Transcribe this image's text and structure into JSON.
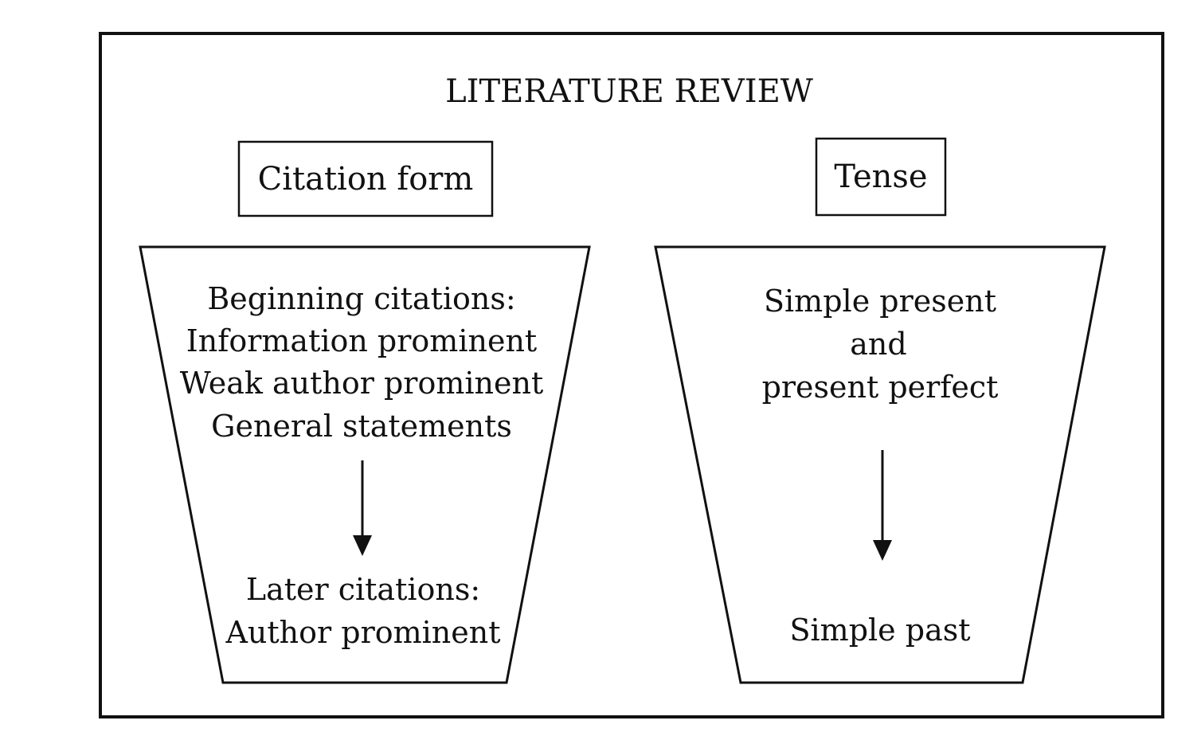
{
  "title": "LITERATURE REVIEW",
  "columns": [
    {
      "header": "Citation form",
      "top_lines": [
        "Beginning citations:",
        "Information prominent",
        "Weak author prominent",
        "General statements"
      ],
      "bottom_lines": [
        "Later citations:",
        "Author prominent"
      ]
    },
    {
      "header": "Tense",
      "top_lines": [
        "Simple present",
        "and",
        "present perfect"
      ],
      "bottom_lines": [
        "Simple past"
      ]
    }
  ],
  "colors": {
    "ink": "#111111",
    "background": "#ffffff"
  }
}
